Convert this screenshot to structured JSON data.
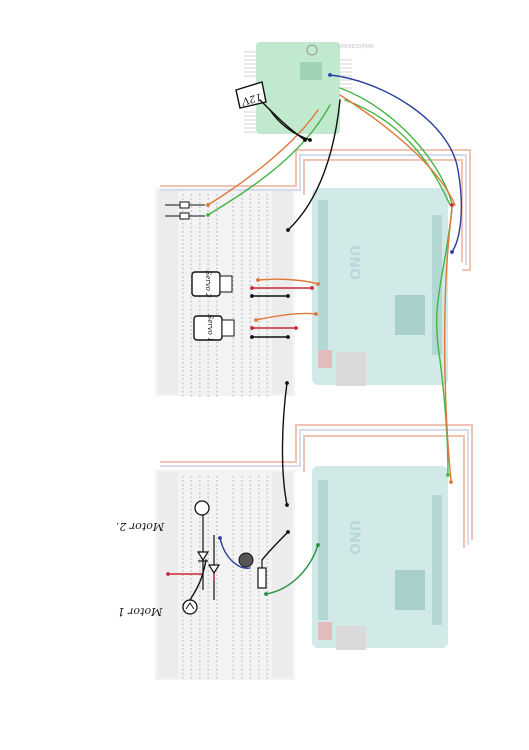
{
  "annotations": {
    "voltage_label": "12V",
    "servo_1_label": "Servo 1",
    "servo_2_label": "Servo 2",
    "motor_1_label": "Motor 1",
    "motor_2_label": "Motor 2."
  },
  "faint": {
    "driver_board_text": "DRV8833/MINI"
  },
  "boards": {
    "arduino_top_logo": "UNO",
    "arduino_bottom_logo": "UNO"
  },
  "colors": {
    "wire_blue": "#2b3f9e",
    "wire_green": "#43b545",
    "wire_orange": "#e0773a",
    "wire_black": "#111111",
    "wire_red": "#c8283a",
    "arduino": "#c9e6e3",
    "driver": "#b9e7c9",
    "breadboard_rail_red": "#f1c3b3",
    "breadboard_rail_blue": "#d7dcec"
  }
}
